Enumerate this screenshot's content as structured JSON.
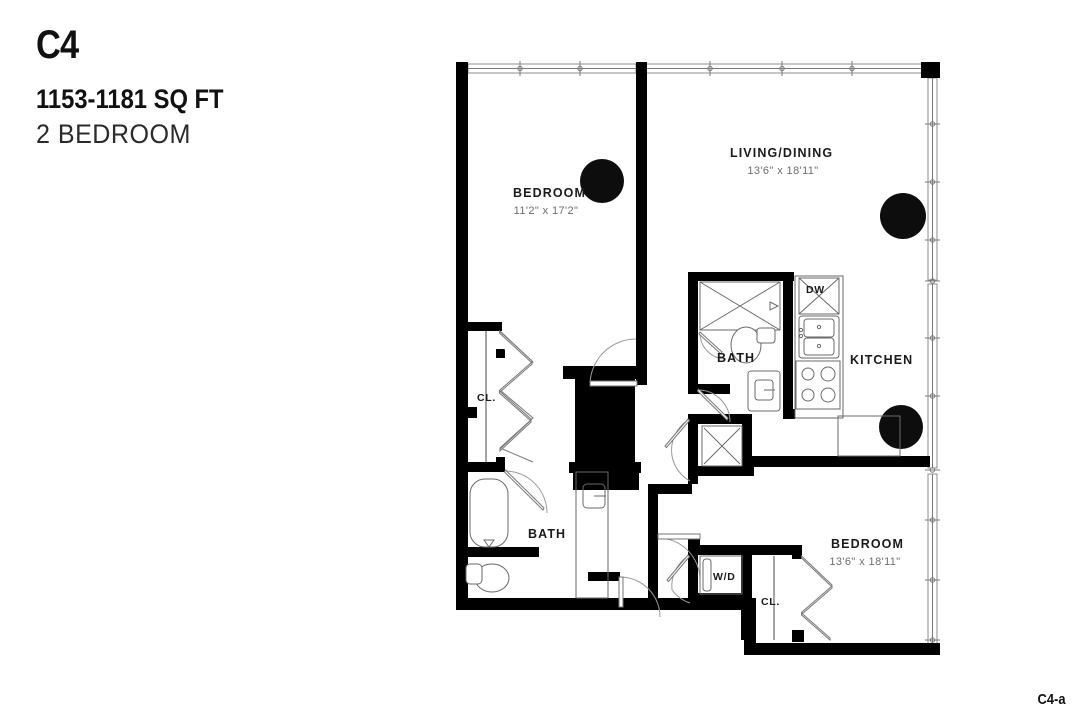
{
  "title_block": {
    "plan_name": "C4",
    "square_footage": "1153-1181 SQ FT",
    "bedroom_count_label": "2 BEDROOM"
  },
  "footer": {
    "plan_code": "C4-a"
  },
  "floorplan": {
    "rooms": [
      {
        "id": "bedroom-1",
        "label": "BEDROOM",
        "dimensions": "11'2\" x 17'2\""
      },
      {
        "id": "living-dining",
        "label": "LIVING/DINING",
        "dimensions": "13'6\" x 18'11\""
      },
      {
        "id": "bedroom-2",
        "label": "BEDROOM",
        "dimensions": "13'6\" x 18'11\""
      },
      {
        "id": "kitchen",
        "label": "KITCHEN",
        "dimensions": ""
      },
      {
        "id": "bath-master",
        "label": "BATH",
        "dimensions": ""
      },
      {
        "id": "bath-secondary",
        "label": "BATH",
        "dimensions": ""
      }
    ],
    "annotations": [
      {
        "id": "closet-1",
        "label": "CL."
      },
      {
        "id": "closet-2",
        "label": "CL."
      },
      {
        "id": "dishwasher",
        "label": "DW"
      },
      {
        "id": "washer-dryer",
        "label": "W/D"
      }
    ],
    "colors": {
      "wall": "#000000",
      "fixture_stroke": "#6a6a6a",
      "label_text": "#1a1a1a",
      "dimension_text": "#6d6d6d",
      "background": "#ffffff"
    }
  }
}
